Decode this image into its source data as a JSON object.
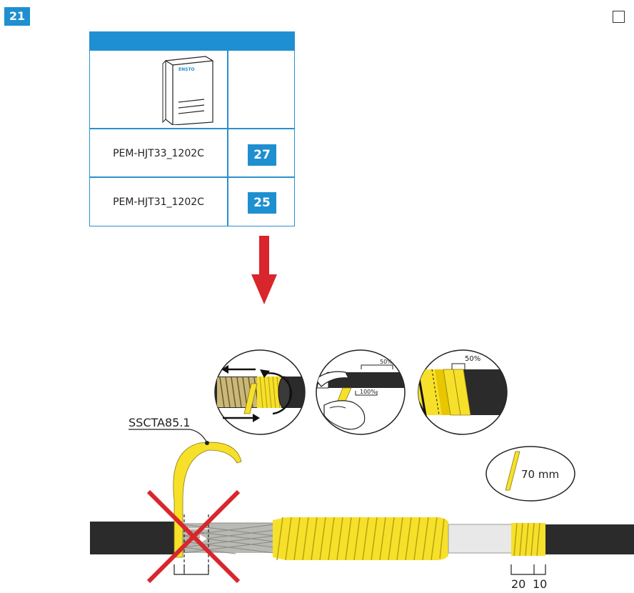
{
  "step": {
    "number": "21"
  },
  "reference_table": {
    "rows": [
      {
        "code": "PEM-HJT33_1202C",
        "page": "27"
      },
      {
        "code": "PEM-HJT31_1202C",
        "page": "25"
      }
    ]
  },
  "manual_icon": {
    "brand_text": "ENSTO"
  },
  "wrap_details": {
    "overlap_label": "50%",
    "full_label": "100%"
  },
  "tape_label": "SSCTA85.1",
  "tape_length_label": "70 mm",
  "dimensions": {
    "first": "20",
    "second": "10"
  },
  "colors": {
    "accent": "#1e8fd0",
    "tape": "#f7e02a",
    "warning": "#d9262c",
    "cable": "#2b2b2b"
  }
}
